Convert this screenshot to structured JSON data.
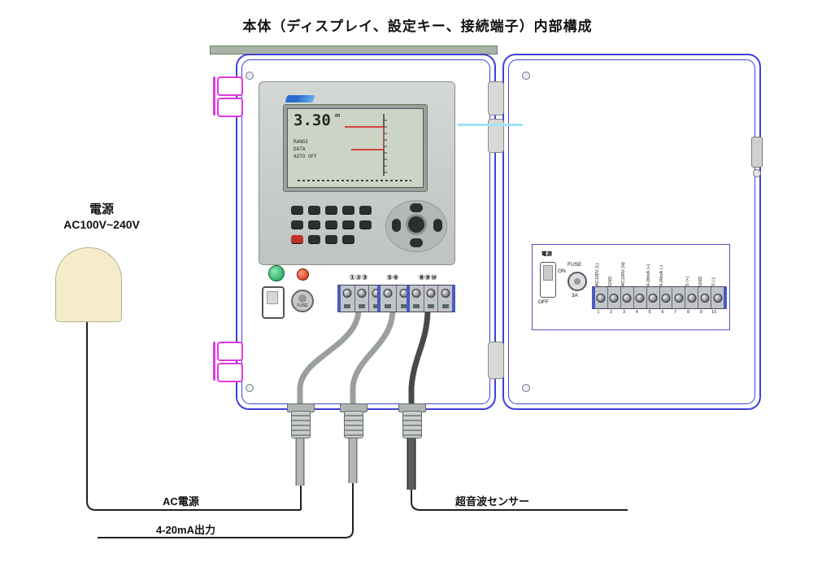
{
  "title": "本体（ディスプレイ、設定キー、接続端子）内部構成",
  "power_supply": {
    "name": "電源",
    "voltage": "AC100V~240V"
  },
  "panel": {
    "display": {
      "reading": "3.30",
      "unit": "m",
      "status_lines": [
        "RANGE",
        "DATA",
        "AUTO OFF"
      ]
    },
    "fuse_label": "FUSE",
    "terminal_group_labels": [
      "①②③",
      "⑤⑥",
      "⑧⑨⑩"
    ]
  },
  "door_diagram": {
    "power_label": "電源",
    "switch_on": "ON",
    "switch_off": "OFF",
    "fuse_label": "FUSE",
    "fuse_rating": "3A",
    "terminal_labels": [
      "AC100V (L)",
      "GND",
      "AC100V (N)",
      "",
      "4-20mA (+)",
      "4-20mA (-)",
      "",
      "S (+)",
      "GND",
      "S (-)"
    ],
    "terminal_numbers": [
      "1",
      "2",
      "3",
      "4",
      "5",
      "6",
      "7",
      "8",
      "9",
      "10"
    ]
  },
  "wiring_labels": {
    "ac": "AC電源",
    "output": "4-20mA出力",
    "sensor": "超音波センサー"
  },
  "colors": {
    "enclosure_outline": "#4040d8",
    "hinge_magenta": "#e03ae0",
    "led_green": "#14a85c",
    "led_red": "#d43414",
    "cable_gray": "#a8aca8",
    "cable_dark": "#4a4e4a",
    "chart_red": "#d83030",
    "plug_beige": "#f4ecca"
  }
}
